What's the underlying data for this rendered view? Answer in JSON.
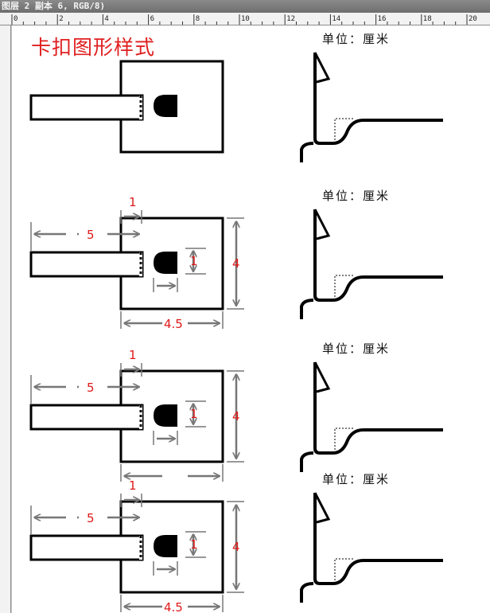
{
  "window": {
    "title": "图层 2 副本 6, RGB/8)"
  },
  "ruler": {
    "ticks": [
      "0",
      "2",
      "4",
      "6",
      "8",
      "10",
      "12",
      "14",
      "16",
      "18",
      "20"
    ]
  },
  "document": {
    "title": "卡扣图形样式",
    "unit_label": "单位：厘米",
    "dimensions": {
      "slot_width": "1",
      "arm_length": "5",
      "hole_height": "1",
      "box_height": "4",
      "box_width": "4.5"
    }
  }
}
